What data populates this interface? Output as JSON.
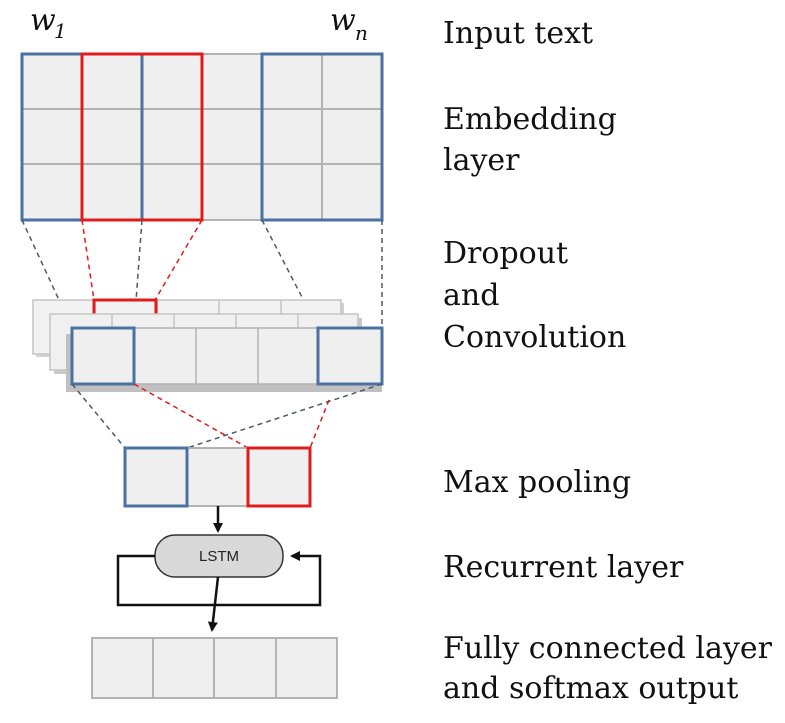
{
  "word_labels": {
    "first": "w",
    "first_sub": "1",
    "last": "w",
    "last_sub": "n"
  },
  "lstm_label": "LSTM",
  "layer_labels": {
    "input_text": "Input text",
    "embedding": [
      "Embedding",
      "layer"
    ],
    "dropout_convolution": [
      "Dropout",
      "and",
      "Convolution"
    ],
    "max_pooling": "Max pooling",
    "recurrent": "Recurrent layer",
    "fully_connected": [
      "Fully connected layer",
      "and softmax output"
    ]
  },
  "colors": {
    "cell_fill": "#efefef",
    "grid_line": "#b3b3b3",
    "blue_highlight": "#4a73a3",
    "red_highlight": "#e01b1b",
    "dashed_dark": "#4a5a6e",
    "lstm_fill": "#d9d9d9"
  }
}
